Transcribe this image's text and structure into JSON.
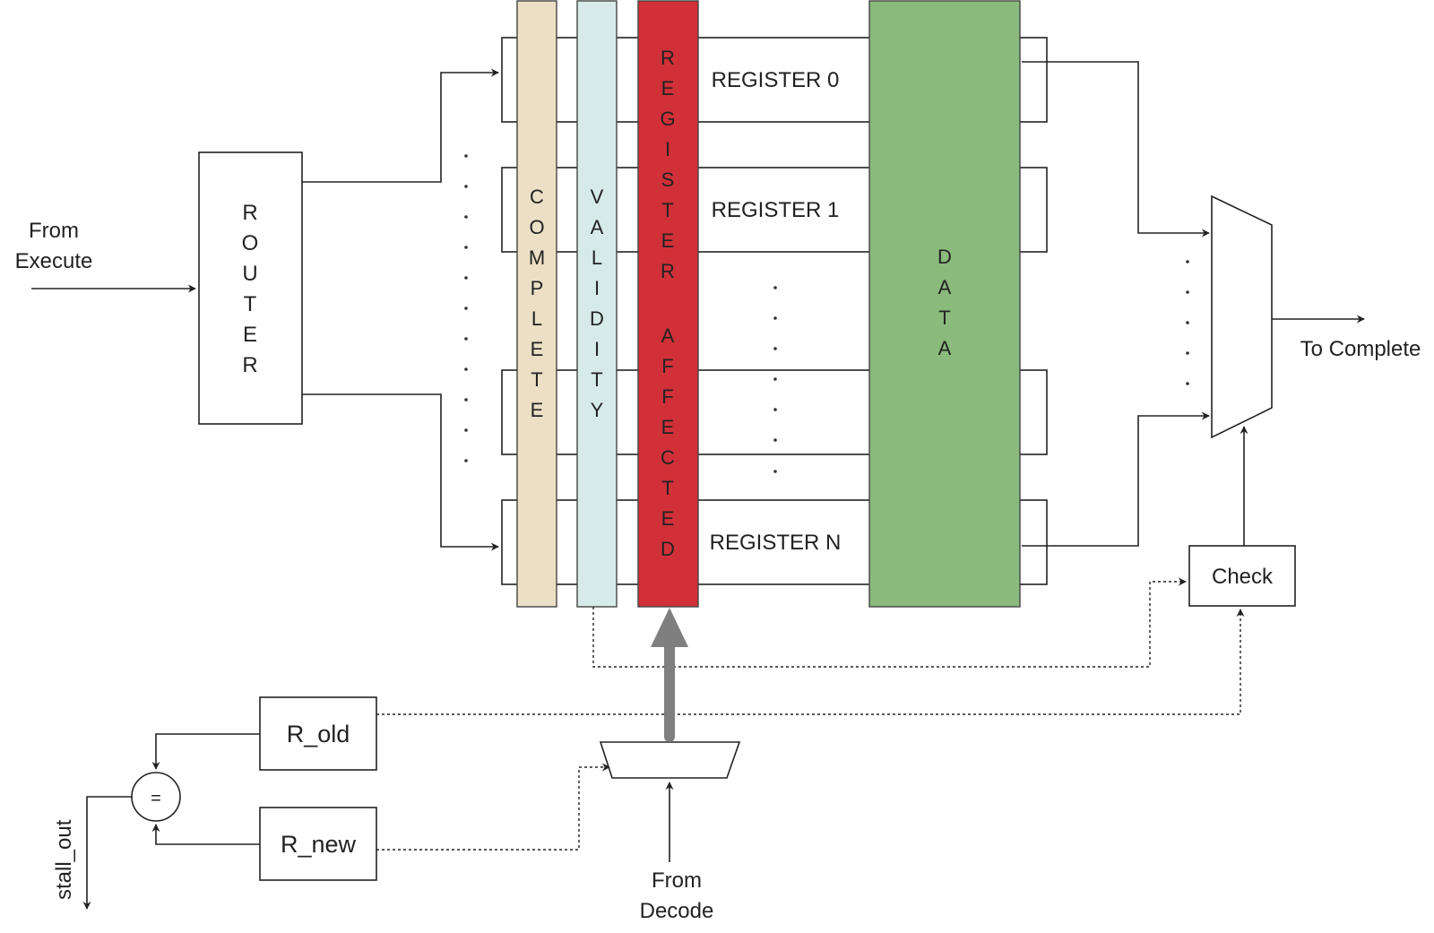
{
  "labels": {
    "from_execute_1": "From",
    "from_execute_2": "Execute",
    "router": "ROUTER",
    "complete": "COMPLETE",
    "validity": "VALIDITY",
    "register_affected_1": "REGISTER",
    "register_affected_2": "AFFECTED",
    "register_0": "REGISTER 0",
    "register_1": "REGISTER 1",
    "register_n": "REGISTER N",
    "data": "DATA",
    "to_complete": "To Complete",
    "check": "Check",
    "r_old": "R_old",
    "r_new": "R_new",
    "equals": "=",
    "stall_out": "stall_out",
    "from_decode_1": "From",
    "from_decode_2": "Decode"
  },
  "colors": {
    "complete": "#ebdfc5",
    "validity": "#d6eaea",
    "register_affected": "#d13038",
    "data": "#8aba7c",
    "thick_arrow": "#7f7f7f"
  }
}
